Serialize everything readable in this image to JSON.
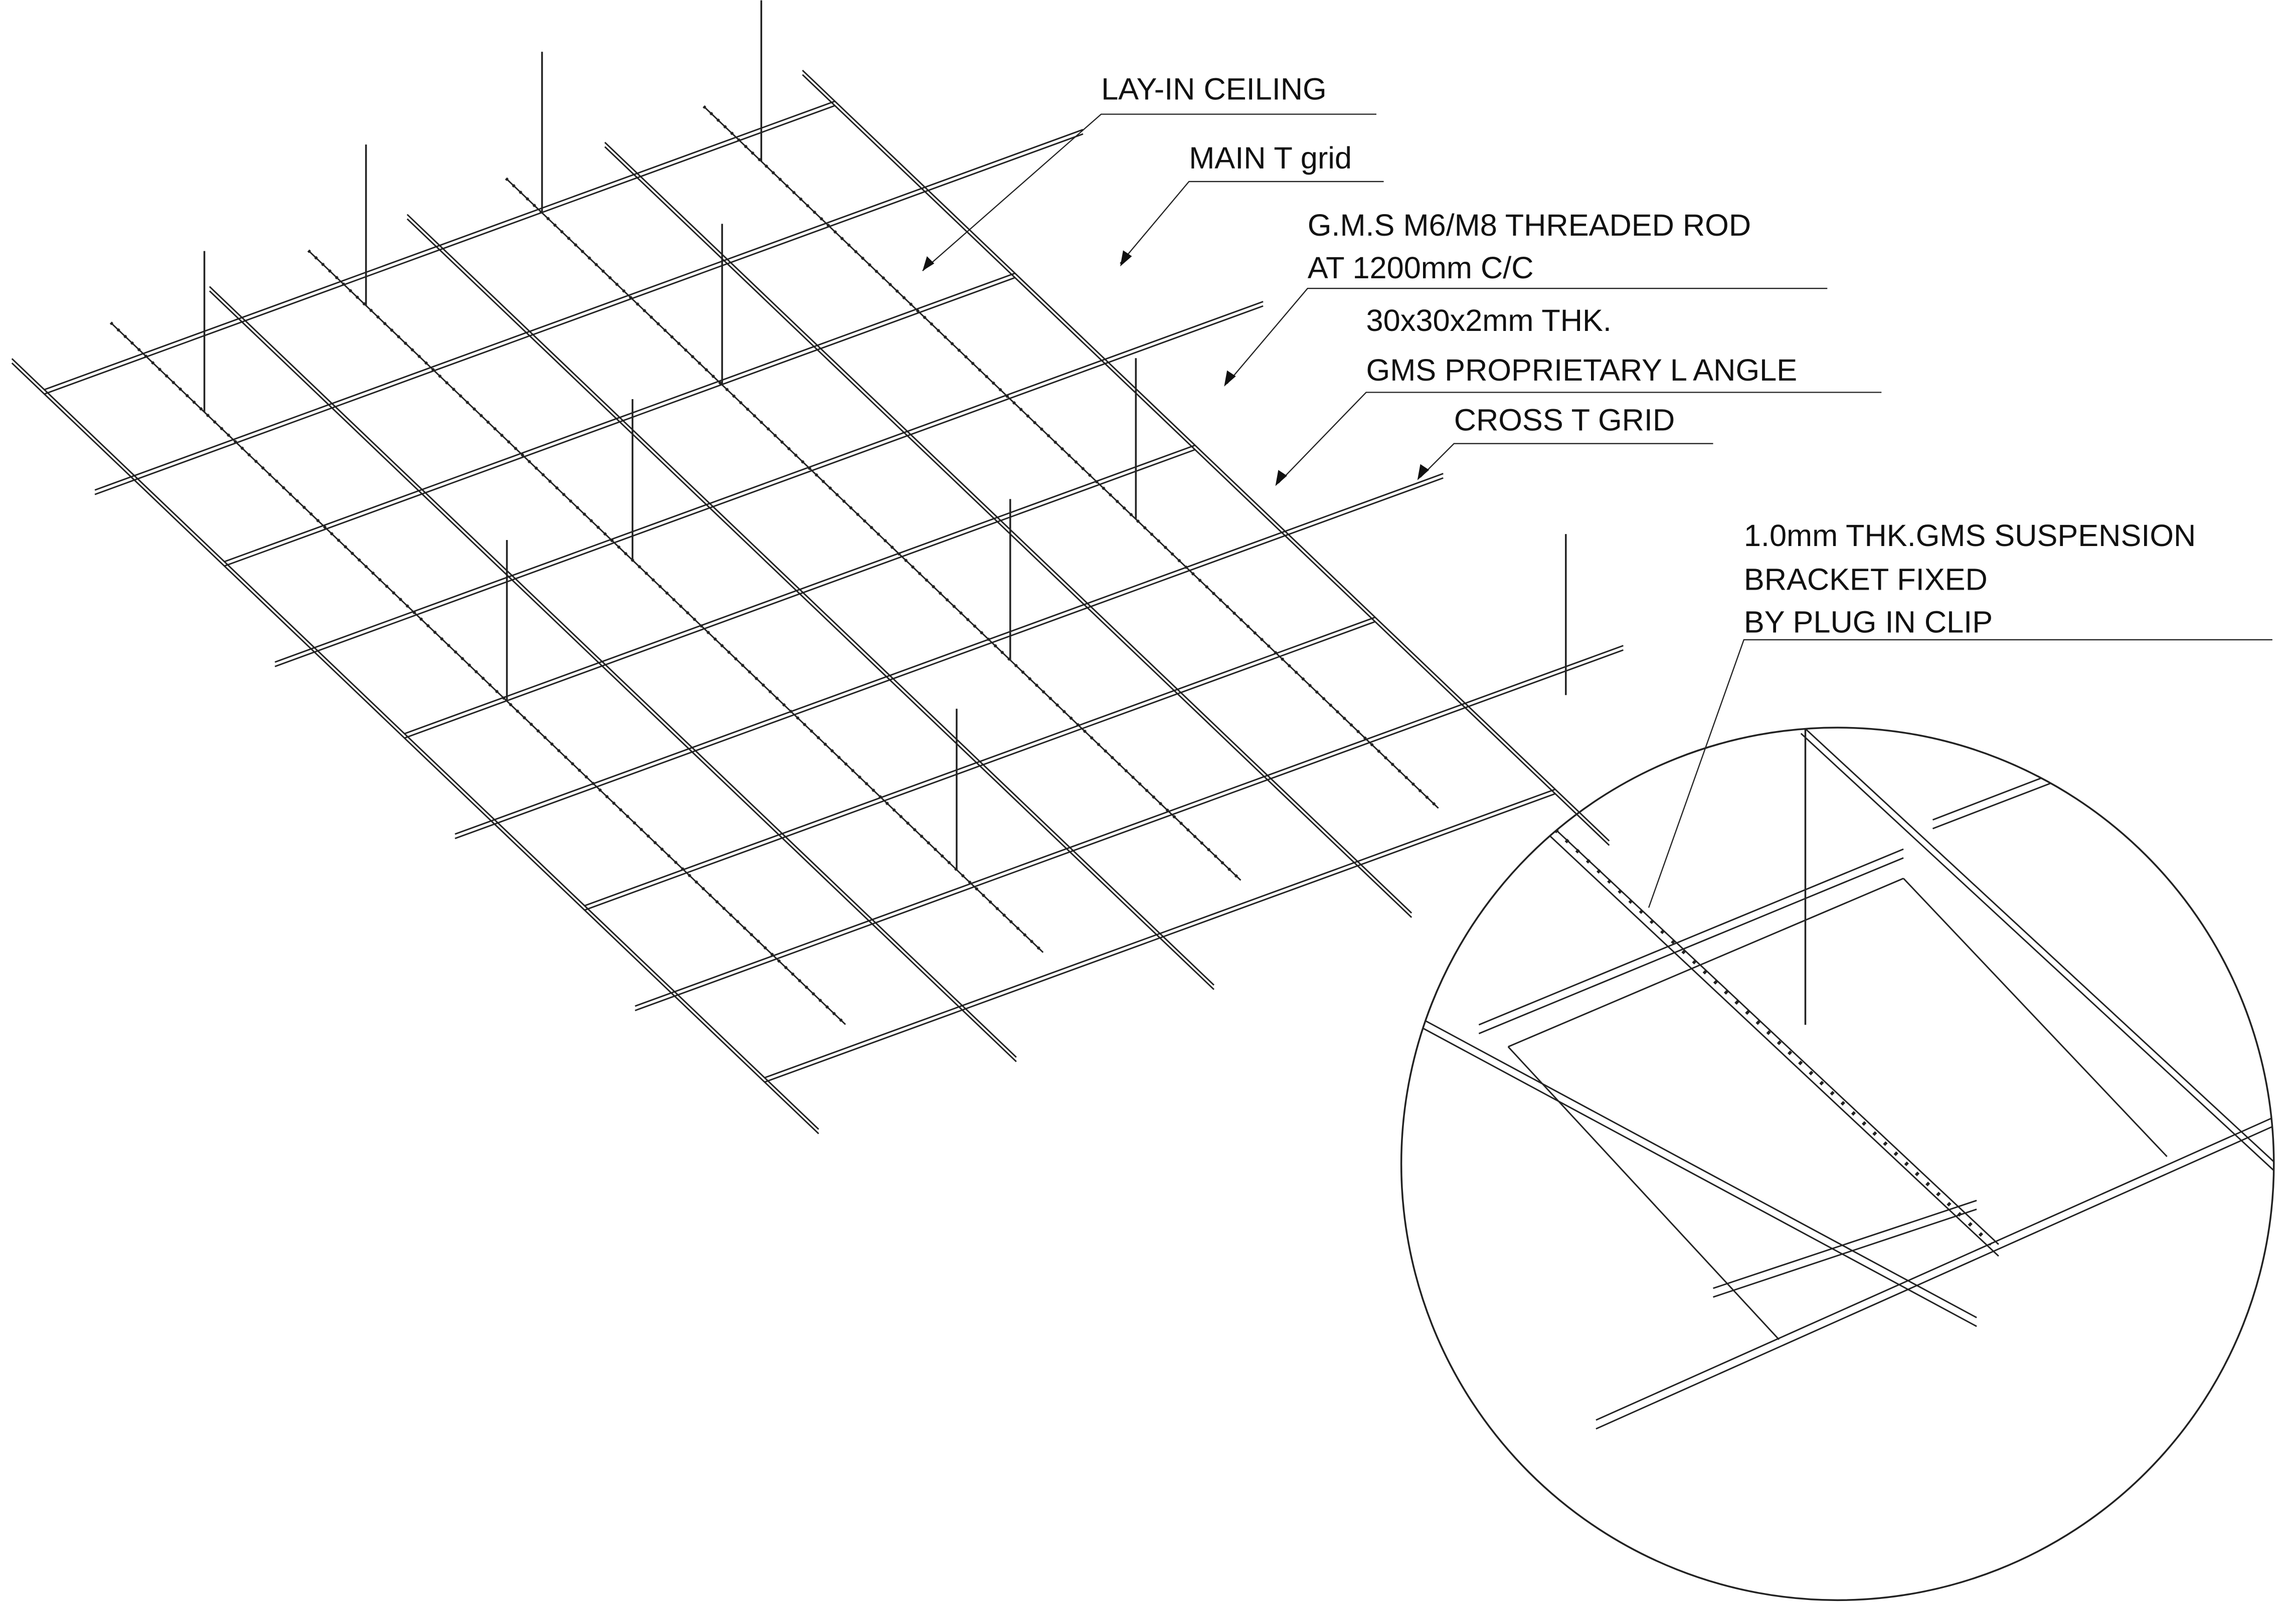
{
  "title": "Lay-in ceiling suspension system isometric",
  "labels": {
    "lay_in_ceiling": "LAY-IN CEILING",
    "main_t_grid": "MAIN T grid",
    "threaded_rod_1": "G.M.S M6/M8 THREADED ROD",
    "threaded_rod_2": "AT 1200mm C/C",
    "l_angle_1": "30x30x2mm THK.",
    "l_angle_2": "GMS PROPRIETARY L ANGLE",
    "cross_t_grid": "CROSS T GRID",
    "bracket_1": "1.0mm THK.GMS SUSPENSION",
    "bracket_2": "BRACKET FIXED",
    "bracket_3": "BY PLUG IN CLIP"
  },
  "colors": {
    "line": "#222222",
    "background": "#ffffff"
  }
}
